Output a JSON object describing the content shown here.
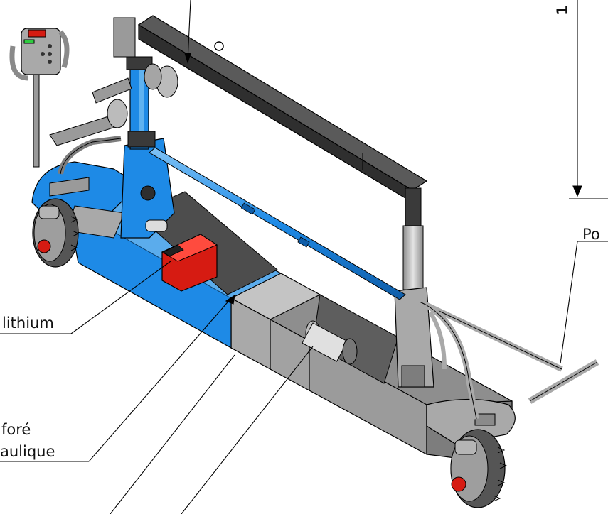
{
  "diagram": {
    "callouts": [
      {
        "id": "battery",
        "text": "lithium"
      },
      {
        "id": "chassis-1",
        "text": "foré"
      },
      {
        "id": "chassis-2",
        "text": "aulique"
      },
      {
        "id": "pole",
        "text": "Po"
      }
    ],
    "dimension_label": "1",
    "colors": {
      "blue_body": "#1e8ae6",
      "blue_dark": "#1468b8",
      "gray_body": "#a9a9a9",
      "gray_dark": "#7d7d7d",
      "beam": "#2f2f2f",
      "battery_red": "#d61b12",
      "line": "#000000"
    }
  }
}
